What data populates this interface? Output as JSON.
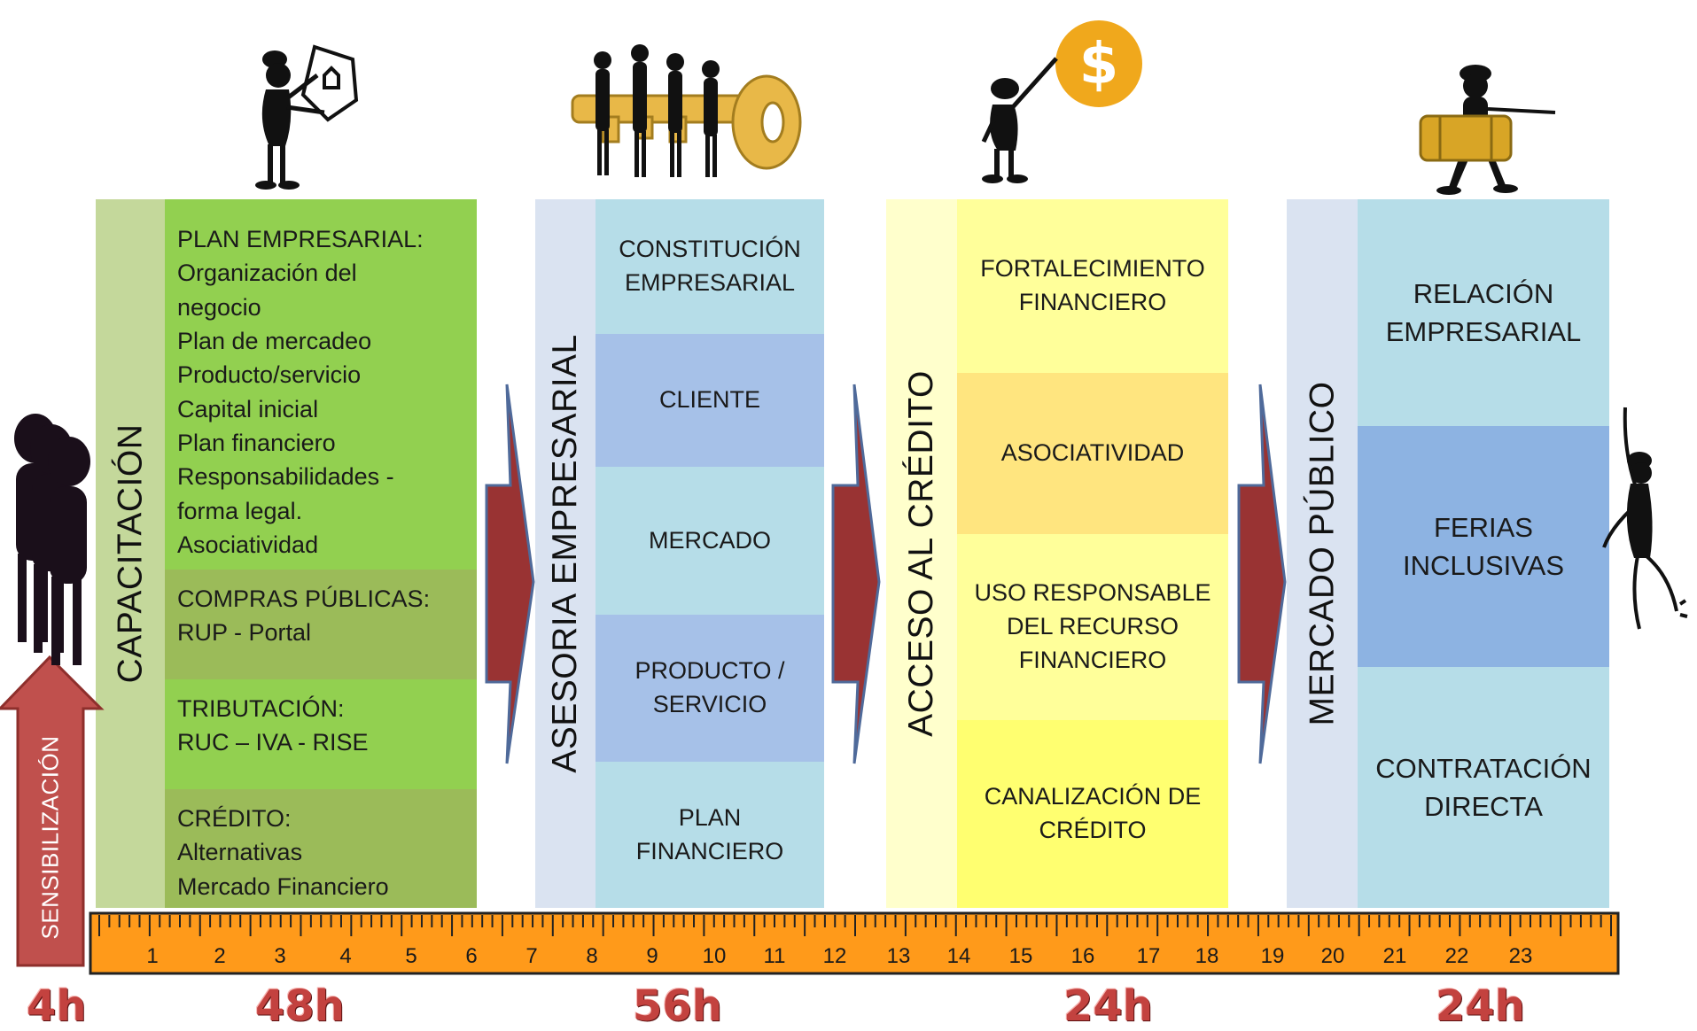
{
  "stages": [
    {
      "id": "capacitacion",
      "label": "CAPACITACIÓN",
      "hours": "48h"
    },
    {
      "id": "asesoria",
      "label": "ASESORIA EMPRESARIAL",
      "hours": "56h"
    },
    {
      "id": "credito",
      "label": "ACCESO AL CRÉDITO",
      "hours": "24h"
    },
    {
      "id": "mercado",
      "label": "MERCADO PÚBLICO",
      "hours": "24h"
    }
  ],
  "sensibilizacion": {
    "label": "SENSIBILIZACIÓN",
    "hours": "4h"
  },
  "capacitacion_items": [
    "PLAN EMPRESARIAL:\nOrganización del\nnegocio\nPlan de mercadeo\nProducto/servicio\nCapital inicial\nPlan financiero\nResponsabilidades -\nforma legal.\nAsociatividad",
    "COMPRAS PÚBLICAS:\nRUP - Portal",
    "TRIBUTACIÓN:\nRUC – IVA - RISE",
    "CRÉDITO:\nAlternativas\nMercado Financiero"
  ],
  "asesoria_items": [
    "CONSTITUCIÓN\nEMPRESARIAL",
    "CLIENTE",
    "MERCADO",
    "PRODUCTO /\nSERVICIO",
    "PLAN\nFINANCIERO"
  ],
  "credito_items": [
    "FORTALECIMIENTO\nFINANCIERO",
    "ASOCIATIVIDAD",
    "USO RESPONSABLE\nDEL RECURSO\nFINANCIERO",
    "CANALIZACIÓN DE\nCRÉDITO"
  ],
  "mercado_items": [
    "RELACIÓN\nEMPRESARIAL",
    "FERIAS\nINCLUSIVAS",
    "CONTRATACIÓN\nDIRECTA"
  ],
  "ruler": {
    "numbers": [
      "1",
      "2",
      "3",
      "4",
      "5",
      "6",
      "7",
      "8",
      "9",
      "10",
      "11",
      "12",
      "13",
      "14",
      "15",
      "16",
      "17",
      "18",
      "19",
      "20",
      "21",
      "22",
      "23"
    ],
    "color": "#ff9a1a"
  },
  "icons": {
    "money": "dollar-coin-icon",
    "symbol": "$"
  },
  "colors": {
    "arrow": "#9a3232",
    "hours": "#c3423f"
  }
}
